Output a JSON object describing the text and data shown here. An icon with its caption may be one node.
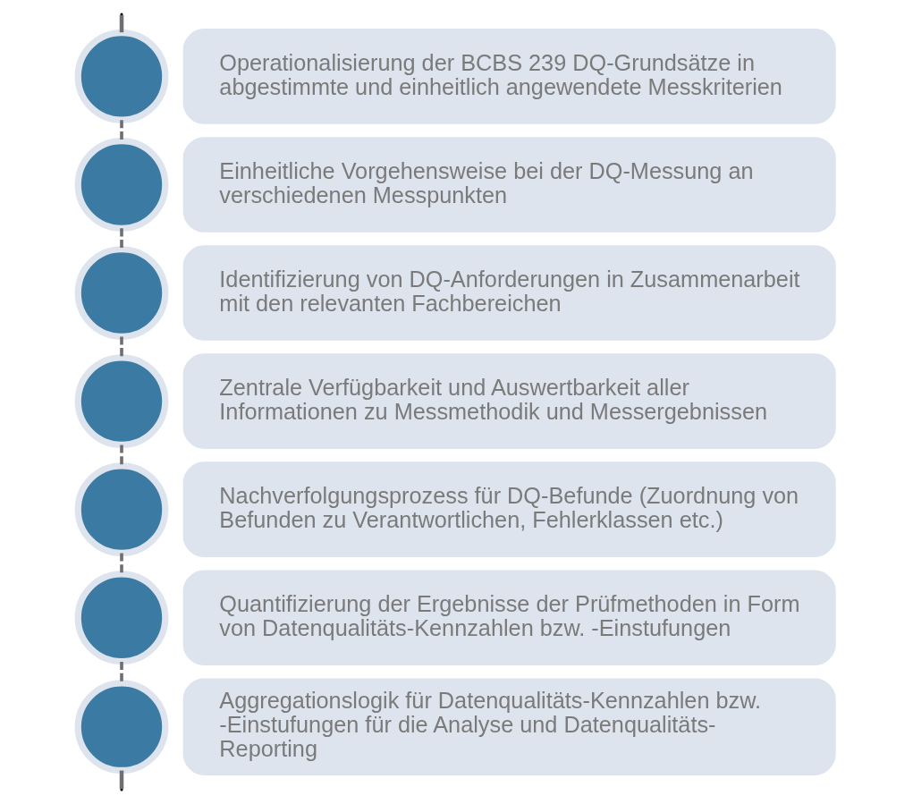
{
  "diagram": {
    "nodes": [
      {
        "text": [],
        "shape": "circle"
      },
      {
        "text": [
          "Operationalisierung der BCBS 239 DQ-Grundsätze in abgestimmte und einheitlich angewendete Messkriterien"
        ]
      },
      {
        "text": [],
        "shape": "circle"
      },
      {
        "text": [
          "Einheitliche Vorgehensweise bei der DQ-Messung an verschiedenen Messpunkten"
        ]
      },
      {
        "text": [],
        "shape": "circle"
      },
      {
        "text": [
          "Identifizierung von DQ-Anforderungen in Zusammenarbeit mit den relevanten Fachbereichen"
        ]
      },
      {
        "text": [],
        "shape": "circle"
      },
      {
        "text": [
          "Zentrale Verfügbarkeit und Auswertbarkeit aller Informationen zu Messmethodik und Messergebnissen"
        ]
      },
      {
        "text": [],
        "shape": "circle"
      },
      {
        "text": [
          "Nachverfolgungsprozess für DQ-Befunde (Zuordnung von Befunden zu Verantwortlichen, Fehlerklassen etc.)"
        ]
      },
      {
        "text": [],
        "shape": "circle"
      },
      {
        "text": [
          "Quantifizierung der Ergebnisse der Prüfmethoden in Form von Datenqualitäts-Kennzahlen bzw. -Einstufungen"
        ]
      },
      {
        "text": [],
        "shape": "circle"
      },
      {
        "text": [
          "Aggregationslogik für Datenqualitäts-Kennzahlen bzw. -Einstufungen für die Analyse und Datenqualitäts-Reporting"
        ]
      }
    ],
    "edges": [
      {
        "from": null,
        "to": 0,
        "arrow": "none"
      },
      {
        "from": 0,
        "to": 2,
        "arrow": "none",
        "style": "dashed"
      },
      {
        "from": 2,
        "to": 4,
        "arrow": "none",
        "style": "dashed"
      },
      {
        "from": 4,
        "to": 6,
        "arrow": "none",
        "style": "dashed"
      },
      {
        "from": 6,
        "to": 8,
        "arrow": "none",
        "style": "dashed"
      },
      {
        "from": 8,
        "to": 10,
        "arrow": "none",
        "style": "dashed"
      },
      {
        "from": 10,
        "to": 12,
        "arrow": "none",
        "style": "dashed"
      },
      {
        "from": 12,
        "to": null,
        "arrow": "none"
      }
    ]
  }
}
